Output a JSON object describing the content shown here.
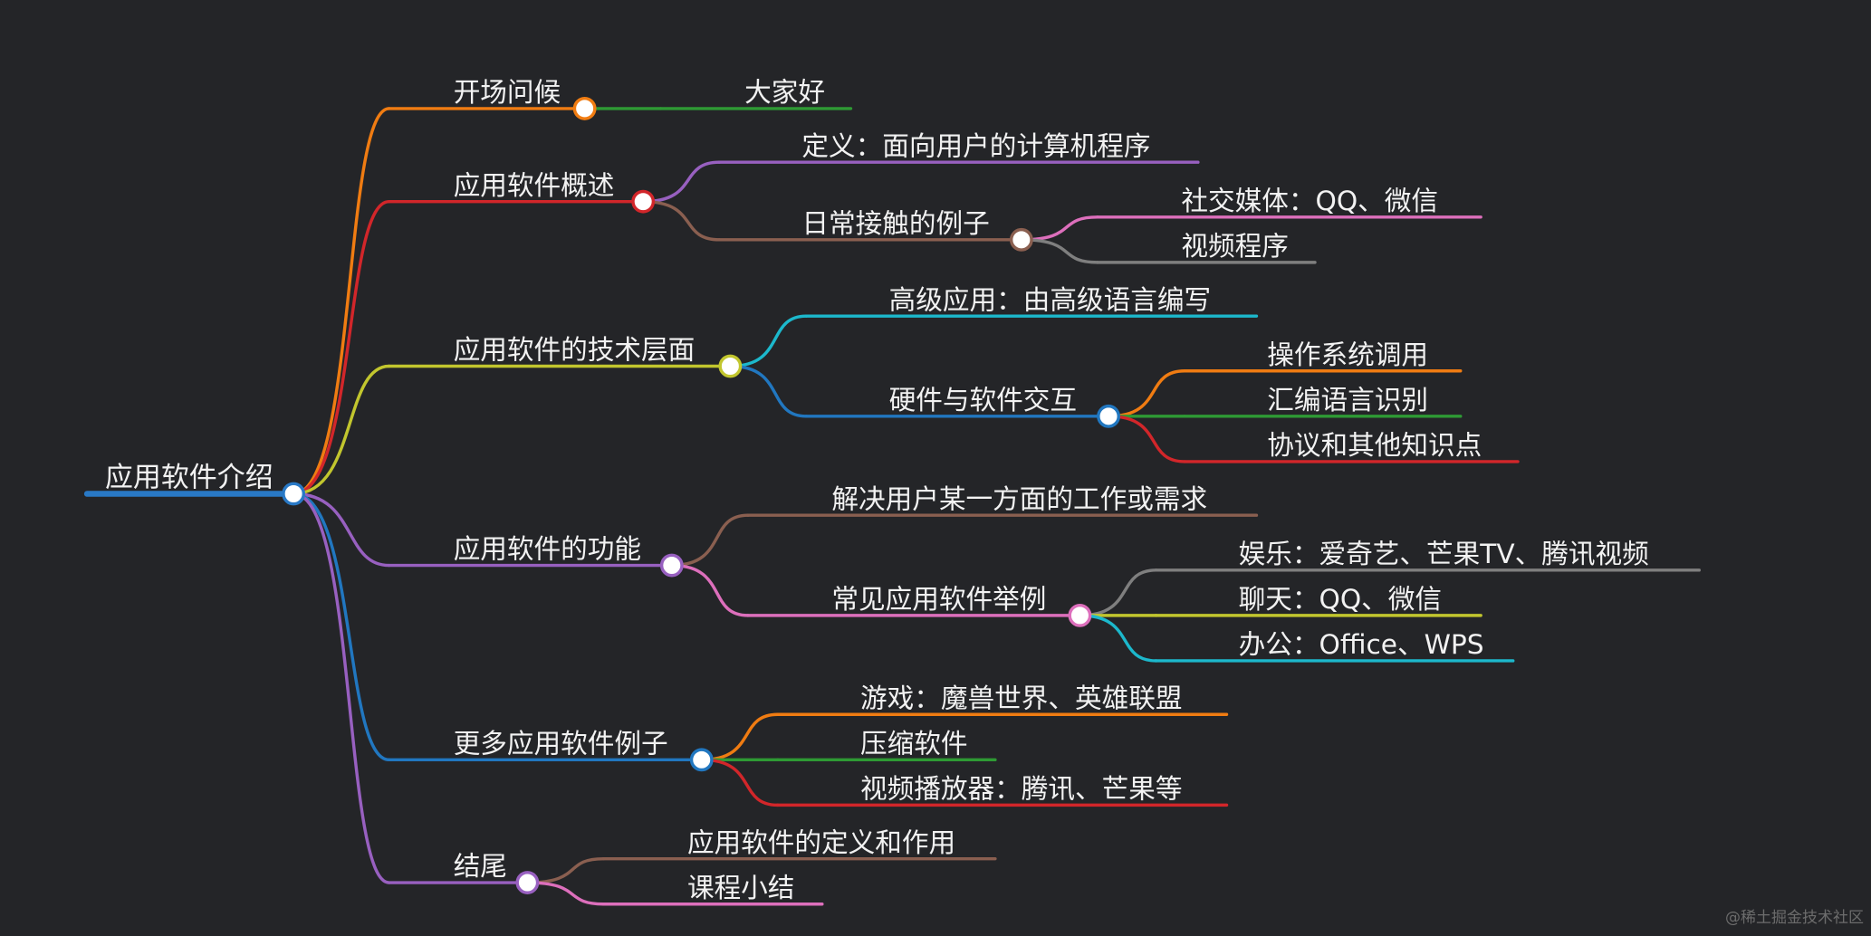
{
  "colors": {
    "background": "#242528",
    "text": "#f2f2f2",
    "node_fill": "#ffffff",
    "root_branch": "#2979c6"
  },
  "mindmap": {
    "root": {
      "label": "应用软件介绍",
      "children": [
        {
          "label": "开场问候",
          "color": "#f07c12",
          "children": [
            {
              "label": "大家好",
              "color": "#2e9a34"
            }
          ]
        },
        {
          "label": "应用软件概述",
          "color": "#d2262a",
          "children": [
            {
              "label": "定义：面向用户的计算机程序",
              "color": "#9860c0"
            },
            {
              "label": "日常接触的例子",
              "color": "#8a5f50",
              "children": [
                {
                  "label": "社交媒体：QQ、微信",
                  "color": "#dd6fbc"
                },
                {
                  "label": "视频程序",
                  "color": "#7f7f7f"
                }
              ]
            }
          ]
        },
        {
          "label": "应用软件的技术层面",
          "color": "#c2c62e",
          "children": [
            {
              "label": "高级应用：由高级语言编写",
              "color": "#1cb8cc"
            },
            {
              "label": "硬件与软件交互",
              "color": "#2177c0",
              "children": [
                {
                  "label": "操作系统调用",
                  "color": "#f07c12"
                },
                {
                  "label": "汇编语言识别",
                  "color": "#2e9a34"
                },
                {
                  "label": "协议和其他知识点",
                  "color": "#d2262a"
                }
              ]
            }
          ]
        },
        {
          "label": "应用软件的功能",
          "color": "#9860c0",
          "children": [
            {
              "label": "解决用户某一方面的工作或需求",
              "color": "#8a5f50"
            },
            {
              "label": "常见应用软件举例",
              "color": "#dd6fbc",
              "children": [
                {
                  "label": "娱乐：爱奇艺、芒果TV、腾讯视频",
                  "color": "#7f7f7f"
                },
                {
                  "label": "聊天：QQ、微信",
                  "color": "#c2c62e"
                },
                {
                  "label": "办公：Office、WPS",
                  "color": "#1cb8cc"
                }
              ]
            }
          ]
        },
        {
          "label": "更多应用软件例子",
          "color": "#2177c0",
          "children": [
            {
              "label": "游戏：魔兽世界、英雄联盟",
              "color": "#f07c12"
            },
            {
              "label": "压缩软件",
              "color": "#2e9a34"
            },
            {
              "label": "视频播放器：腾讯、芒果等",
              "color": "#d2262a"
            }
          ]
        },
        {
          "label": "结尾",
          "color": "#9860c0",
          "children": [
            {
              "label": "应用软件的定义和作用",
              "color": "#8a5f50"
            },
            {
              "label": "课程小结",
              "color": "#dd6fbc"
            }
          ]
        }
      ]
    }
  },
  "watermark": "@稀土掘金技术社区"
}
